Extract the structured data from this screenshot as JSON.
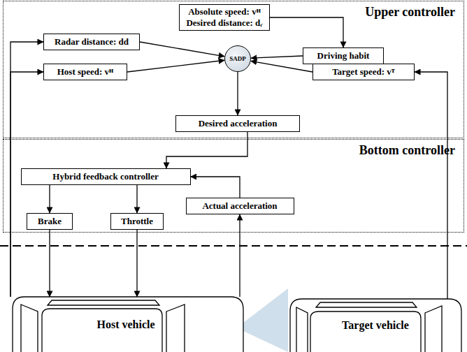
{
  "diagram": {
    "nodes": [
      {
        "text": [
          "Upper controller"
        ]
      },
      {
        "text": [
          "Absolute speed: vᴴ",
          "Desired distance: dᵣ"
        ],
        "in": 0
      },
      {
        "text": [
          "Radar distance: dd"
        ],
        "in": 0
      },
      {
        "text": [
          "SADP"
        ],
        "in": 0
      },
      {
        "text": [
          "Driving habit"
        ],
        "in": 0
      },
      {
        "text": [
          "Host speed: vᴴ"
        ],
        "in": 0
      },
      {
        "text": [
          "Target speed: vᵀ"
        ],
        "in": 0
      },
      {
        "text": [
          "Desired acceleration"
        ],
        "in": 0
      },
      {
        "text": [
          "Bottom controller"
        ]
      },
      {
        "text": [
          "Hybrid feedback controller"
        ],
        "in": 8
      },
      {
        "text": [
          "Actual acceleration"
        ],
        "in": 8
      },
      {
        "text": [
          "Brake"
        ],
        "in": 8
      },
      {
        "text": [
          "Throttle"
        ],
        "in": 8
      },
      {
        "text": [
          "Host vehicle"
        ]
      },
      {
        "text": [
          "Target vehicle"
        ]
      }
    ],
    "edges": [
      {
        "from": 13,
        "to": 2,
        "arrow": "to"
      },
      {
        "from": 13,
        "to": 5,
        "arrow": "to"
      },
      {
        "from": 1,
        "to": 4,
        "arrow": "to"
      },
      {
        "from": 2,
        "to": 3,
        "arrow": "to"
      },
      {
        "from": 5,
        "to": 3,
        "arrow": "to"
      },
      {
        "from": 4,
        "to": 3,
        "arrow": "to"
      },
      {
        "from": 6,
        "to": 3,
        "arrow": "to"
      },
      {
        "from": 3,
        "to": 7,
        "arrow": "to"
      },
      {
        "from": 7,
        "to": 9,
        "arrow": "to"
      },
      {
        "from": 10,
        "to": 9,
        "arrow": "to"
      },
      {
        "from": 9,
        "to": 11,
        "arrow": "to"
      },
      {
        "from": 9,
        "to": 12,
        "arrow": "to"
      },
      {
        "from": 11,
        "to": 13,
        "arrow": "to"
      },
      {
        "from": 12,
        "to": 13,
        "arrow": "to"
      },
      {
        "from": 13,
        "to": 10,
        "arrow": "to"
      },
      {
        "from": 14,
        "to": 6,
        "arrow": "to"
      }
    ]
  }
}
